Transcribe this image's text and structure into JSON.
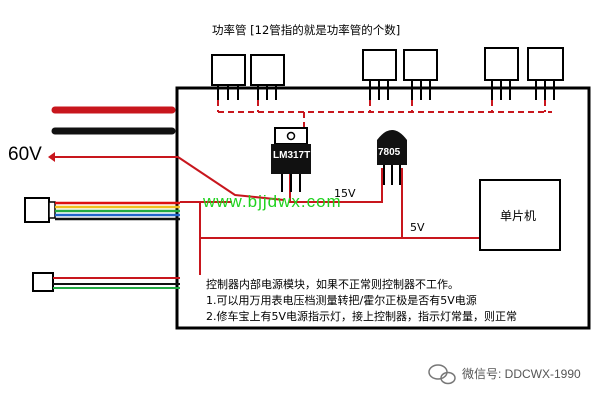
{
  "title": "功率管 [12管指的就是功率管的个数]",
  "input_voltage": "60V",
  "regulators": {
    "lm317": "LM317T",
    "r7805": "7805"
  },
  "rail_labels": {
    "v15": "15V",
    "v5": "5V"
  },
  "mcu_label": "单片机",
  "watermark": "www.bjjdwx.com",
  "notes": [
    "控制器内部电源模块，如果不正常则控制器不工作。",
    "1.可以用万用表电压档测量转把/霍尔正极是否有5V电源",
    "2.修车宝上有5V电源指示灯，接上控制器，指示灯常量，则正常"
  ],
  "wechat": "微信号: DDCWX-1990",
  "colors": {
    "red_wire": "#c8161d",
    "black_wire": "#111111",
    "green_wire": "#2e8b57",
    "watermark_green": "#1fd31f"
  }
}
